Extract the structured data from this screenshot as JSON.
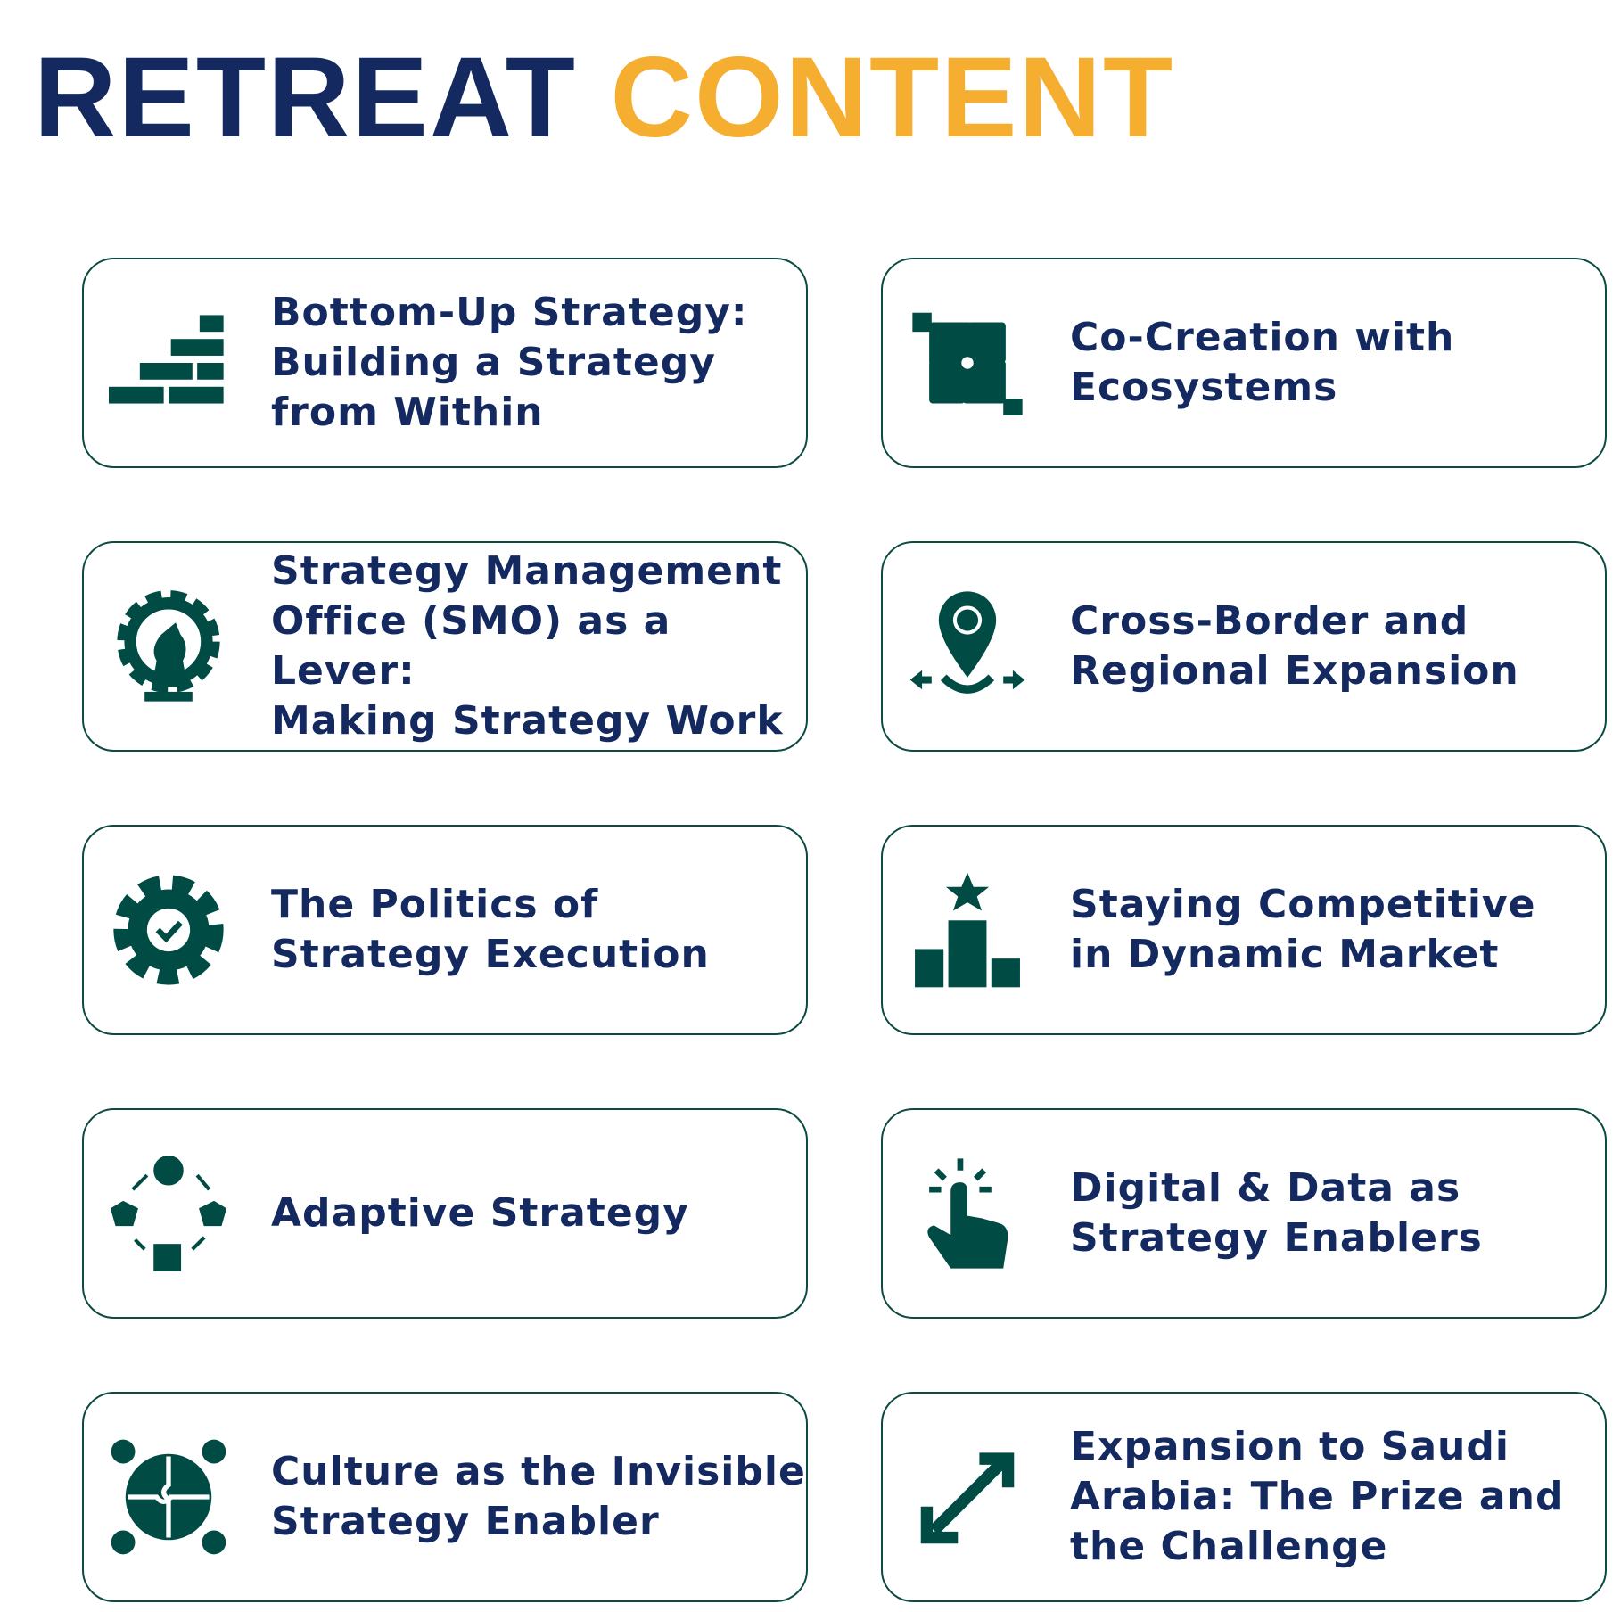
{
  "title": {
    "part1": "RETREAT",
    "part2": "CONTENT"
  },
  "colors": {
    "navy": "#13295f",
    "orange": "#f5ae2f",
    "green": "#004c45"
  },
  "cards": [
    {
      "label": "Bottom-Up Strategy:\nBuilding a Strategy\nfrom Within",
      "icon": "bricks-stairs-icon"
    },
    {
      "label": "Co-Creation with\nEcosystems",
      "icon": "puzzle-hands-icon"
    },
    {
      "label": "Strategy Management\nOffice (SMO) as a Lever:\nMaking Strategy Work",
      "icon": "gear-chess-knight-icon"
    },
    {
      "label": "Cross-Border and\nRegional Expansion",
      "icon": "location-pin-arrows-icon"
    },
    {
      "label": "The Politics of\nStrategy Execution",
      "icon": "gear-check-icon"
    },
    {
      "label": "Staying Competitive\nin Dynamic Market",
      "icon": "podium-star-icon"
    },
    {
      "label": "Adaptive Strategy",
      "icon": "cycle-shapes-icon"
    },
    {
      "label": "Digital & Data as\nStrategy Enablers",
      "icon": "hand-tap-icon"
    },
    {
      "label": "Culture as the Invisible\nStrategy Enabler",
      "icon": "puzzle-people-icon"
    },
    {
      "label": "Expansion to Saudi\nArabia: The Prize and\nthe Challenge",
      "icon": "expand-arrows-icon"
    }
  ]
}
